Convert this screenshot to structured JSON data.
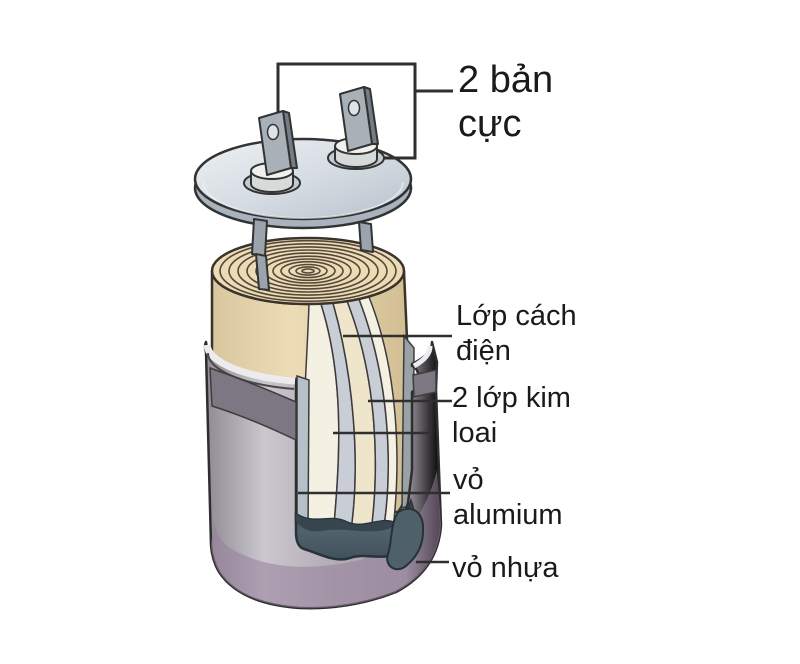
{
  "figure": {
    "type": "diagram",
    "subject": "electrolytic capacitor cutaway"
  },
  "labels": {
    "terminals": {
      "lines": [
        "2 bản",
        "cực"
      ]
    },
    "insulation": {
      "lines": [
        "Lớp cách",
        "điện"
      ]
    },
    "metal_layers": {
      "lines": [
        "2 lớp kim",
        "loai"
      ]
    },
    "aluminum_case": {
      "lines": [
        "vỏ",
        "alumium"
      ]
    },
    "plastic_case": {
      "lines": [
        "vỏ nhựa"
      ]
    }
  },
  "colors": {
    "background": "#ffffff",
    "text": "#1a1a1a",
    "leader_line": "#2f2f2f",
    "outline": "#333333",
    "lid_top": "#d5dce2",
    "lid_side": "#a9b3bd",
    "terminal_tab": "#a8b0b8",
    "roll_paper_tan": "#e6d5ae",
    "spiral_ring": "#55483a",
    "foil_white": "#f4f0e2",
    "foil_silver": "#c9ced6",
    "foil_cream": "#efe5ca",
    "case_gray": "#b9b3bd",
    "case_band": "#7d7683",
    "case_purple_bottom": "#96809a",
    "aluminum_liner": "#b6c0c8",
    "electrolyte_slate": "#47565f"
  }
}
